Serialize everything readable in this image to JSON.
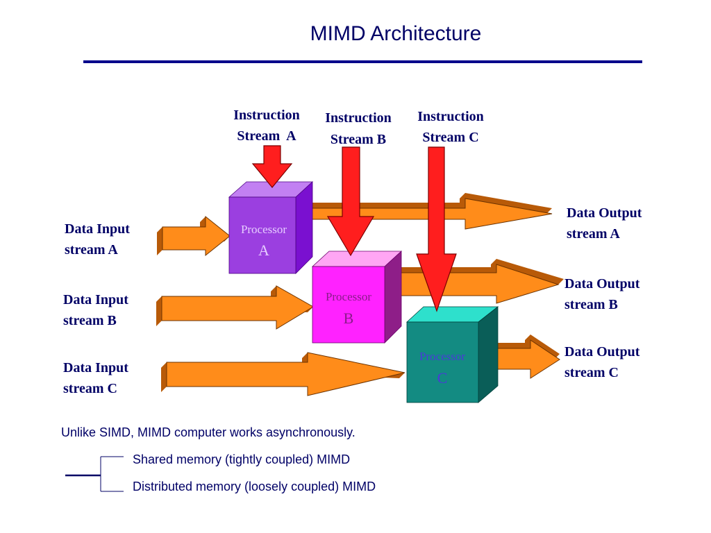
{
  "slide": {
    "title": "MIMD Architecture"
  },
  "colors": {
    "title_rule": "#00008B",
    "arrow_orange_front": "#FF8C1A",
    "arrow_orange_side": "#B85A08",
    "instruction_arrow_red": "#FF1E1E",
    "processor_a_front": "#9B3FE0",
    "processor_a_top": "#C280F2",
    "processor_a_side": "#7A10D0",
    "processor_a_label": "#E6CCFF",
    "processor_b_front": "#FF22FF",
    "processor_b_top": "#FFA6F4",
    "processor_b_side": "#8E1E88",
    "processor_b_label": "#8A1A8A",
    "processor_c_front": "#138B82",
    "processor_c_top": "#2EE0CC",
    "processor_c_side": "#0A5E58",
    "processor_c_label": "#4A3AD8"
  },
  "instruction_streams": [
    {
      "line1": "Instruction",
      "line2": "Stream  A"
    },
    {
      "line1": "Instruction",
      "line2": "Stream B"
    },
    {
      "line1": "Instruction",
      "line2": "Stream C"
    }
  ],
  "data_inputs": [
    {
      "line1": "Data Input",
      "line2": "stream A"
    },
    {
      "line1": "Data Input",
      "line2": "stream B"
    },
    {
      "line1": "Data Input",
      "line2": "stream C"
    }
  ],
  "data_outputs": [
    {
      "line1": "Data Output",
      "line2": "stream A"
    },
    {
      "line1": "Data Output",
      "line2": "stream B"
    },
    {
      "line1": "Data Output",
      "line2": "stream C"
    }
  ],
  "processors": [
    {
      "label": "Processor",
      "letter": "A"
    },
    {
      "label": "Processor",
      "letter": "B"
    },
    {
      "label": "Processor",
      "letter": "C"
    }
  ],
  "notes": {
    "main": "Unlike SIMD, MIMD computer works asynchronously.",
    "branch_1": "Shared memory (tightly coupled) MIMD",
    "branch_2": "Distributed memory (loosely coupled) MIMD"
  }
}
